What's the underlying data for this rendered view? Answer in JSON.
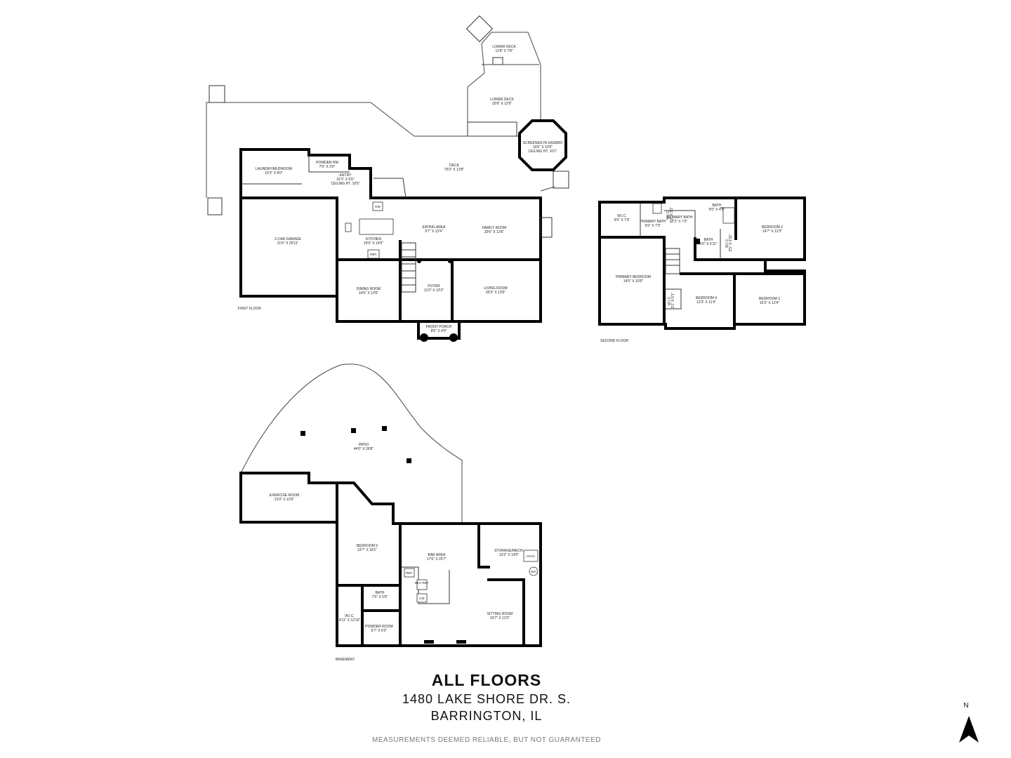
{
  "footer": {
    "title": "ALL FLOORS",
    "address_line1": "1480 LAKE SHORE DR. S.",
    "address_line2": "BARRINGTON, IL",
    "disclaimer": "MEASUREMENTS DEEMED RELIABLE, BUT NOT GUARANTEED"
  },
  "compass": {
    "label": "N"
  },
  "floors": {
    "first": {
      "label": "FIRST FLOOR",
      "rooms": {
        "lower_deck_1": [
          "LOWER DECK",
          "11'8\" X 7'8\""
        ],
        "lower_deck_2": [
          "LOWER DECK",
          "15'8\" X 12'9\""
        ],
        "gazebo": [
          "SCREENED-IN GAZEBO",
          "10'6\" X 10'6\"",
          "CEILING HT. 10'1\""
        ],
        "deck": [
          "DECK",
          "70'2\" X 13'8\""
        ],
        "laundry": [
          "LAUNDRY/MUDROOM",
          "15'3\" X 8'0\""
        ],
        "powder": [
          "POWDER RM",
          "7'0\" X 3'0\""
        ],
        "entry": [
          "ENTRY",
          "16'1\" X 5'6\"",
          "CEILING HT. 10'5\""
        ],
        "garage": [
          "2-CAR GARAGE",
          "21'0\" X 20'11\""
        ],
        "kitchen": [
          "KITCHEN",
          "16'0\" X 14'0\""
        ],
        "eating": [
          "EATING AREA",
          "9'7\" X 13'4\""
        ],
        "family": [
          "FAMILY ROOM",
          "20'6\" X 13'6\""
        ],
        "dining": [
          "DINING ROOM",
          "14'6\" X 13'5\""
        ],
        "foyer": [
          "FOYER",
          "11'0\" X 13'3\""
        ],
        "living": [
          "LIVING ROOM",
          "20'3\" X 13'5\""
        ],
        "porch": [
          "FRONT PORCH",
          "8'6\" X 4'0\""
        ]
      },
      "fixtures": {
        "dw": "DW",
        "ref": "REF."
      }
    },
    "second": {
      "label": "SECOND FLOOR",
      "rooms": {
        "wic1": [
          "W.I.C.",
          "9'0\" X 7'3\""
        ],
        "primary_bath1": [
          "PRIMARY BATH",
          "5'0\" X 7'3\""
        ],
        "primary_bath2": [
          "PRIMARY BATH",
          "7'2\" X 7'2\""
        ],
        "bath1": [
          "BATH",
          "9'0\" X 4'1\""
        ],
        "bath2": [
          "BATH",
          "5'0\" X 6'11\""
        ],
        "bedroom2": [
          "BEDROOM 2",
          "14'7\" X 12'3\""
        ],
        "primary_bed": [
          "PRIMARY BEDROOM",
          "14'5\" X 10'9\""
        ],
        "bedroom4": [
          "BEDROOM 4",
          "12'3\" X 11'4\""
        ],
        "bedroom3": [
          "BEDROOM 3",
          "15'3\" X 12'4\""
        ]
      },
      "vertical": {
        "wic_small": "W.I.C.",
        "wic_small_dims": "5'6\" X 3'1\"",
        "wic_mid": "W.I.C.",
        "wic_mid_dims": "3'5\" X 6'11\"",
        "wic_low": "W.I.C.",
        "wic_low_dims": "3'1\" X 5'1\""
      }
    },
    "basement": {
      "label": "BASEMENT",
      "rooms": {
        "patio": [
          "PATIO",
          "44'0\" X 26'8\""
        ],
        "exercise": [
          "EXERCISE ROOM",
          "21'0\" X 10'3\""
        ],
        "bedroom5": [
          "BEDROOM 5",
          "13'7\" X 18'1\""
        ],
        "bar": [
          "BAR AREA",
          "17'6\" X 25'7\""
        ],
        "storage": [
          "STORAGE/MECH.",
          "13'2\" X 14'0\""
        ],
        "bath": [
          "BATH",
          "7'6\" X 5'5\""
        ],
        "wic": [
          "W.I.C.",
          "4'11\" X 12'10\""
        ],
        "powder": [
          "POWDER ROOM",
          "6'7\" X 6'2\""
        ],
        "sitting": [
          "SITTING ROOM",
          "10'7\" X 12'3\""
        ]
      },
      "fixtures": {
        "ref": "REF.",
        "bev_ref": "BEV REF.",
        "ice": "ICE",
        "hvac": "HVAC",
        "wh": "WH"
      }
    }
  }
}
